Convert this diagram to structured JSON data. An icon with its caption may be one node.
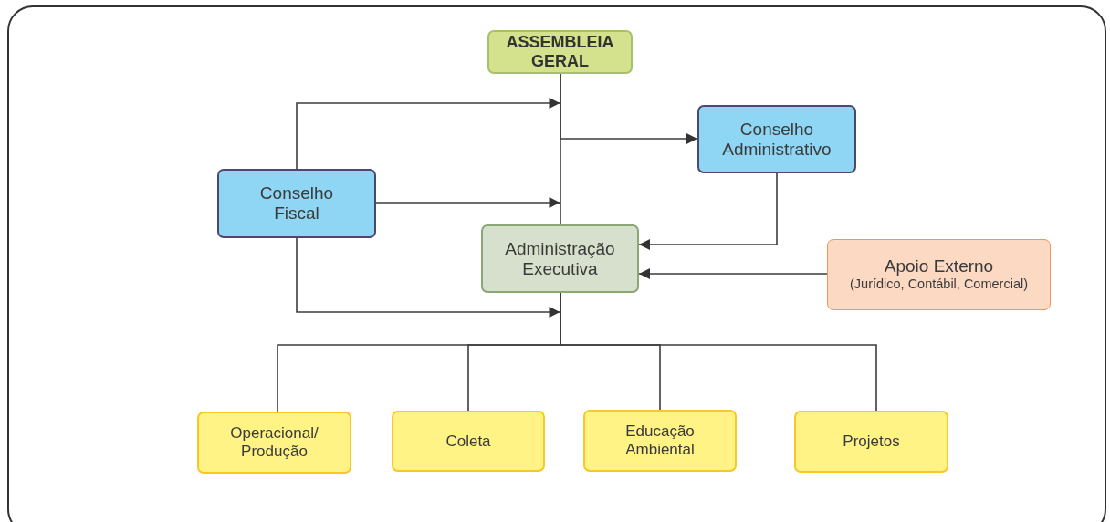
{
  "diagram": {
    "nodes": [
      {
        "text": [
          "ASSEMBLEIA GERAL"
        ]
      },
      {
        "text": [
          "Conselho Administrativo"
        ]
      },
      {
        "text": [
          "Conselho Fiscal"
        ]
      },
      {
        "text": [
          "Administração Executiva"
        ]
      },
      {
        "text": [
          "Apoio Externo",
          "(Jurídico, Contábil, Comercial)"
        ]
      },
      {
        "text": [
          "Operacional/ Produção"
        ]
      },
      {
        "text": [
          "Coleta"
        ]
      },
      {
        "text": [
          "Educação Ambiental"
        ]
      },
      {
        "text": [
          "Projetos"
        ]
      }
    ],
    "edges": [
      {
        "from": 0,
        "to": 3,
        "arrow": "none"
      },
      {
        "from": 0,
        "to": 1,
        "arrow": "to"
      },
      {
        "from": 2,
        "to": 0,
        "arrow": "to"
      },
      {
        "from": 2,
        "to": 3,
        "arrow": "to"
      },
      {
        "from": 2,
        "to": 3,
        "arrow": "to"
      },
      {
        "from": 1,
        "to": 3,
        "arrow": "to"
      },
      {
        "from": 4,
        "to": 3,
        "arrow": "to"
      },
      {
        "from": 3,
        "to": 5,
        "arrow": "none"
      },
      {
        "from": 3,
        "to": 6,
        "arrow": "none"
      },
      {
        "from": 3,
        "to": 7,
        "arrow": "none"
      },
      {
        "from": 3,
        "to": 8,
        "arrow": "none"
      }
    ]
  }
}
